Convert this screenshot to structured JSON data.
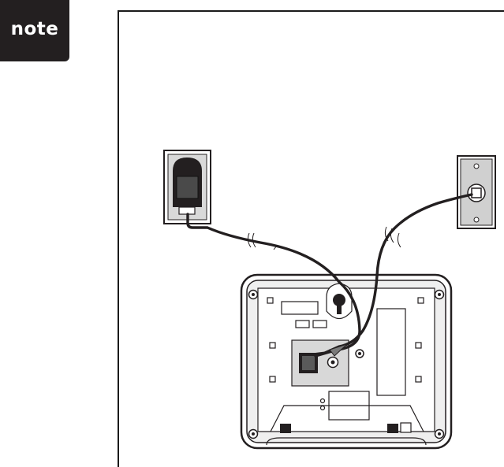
{
  "badge": {
    "label": "note"
  },
  "colors": {
    "ink": "#231f20",
    "paper": "#ffffff",
    "grey": "#888888"
  },
  "figure": {
    "items": [
      "power-outlet-icon",
      "power-adapter-icon",
      "telephone-wall-jack-icon",
      "base-station-underside-icon",
      "power-cord",
      "telephone-line-cord"
    ]
  }
}
